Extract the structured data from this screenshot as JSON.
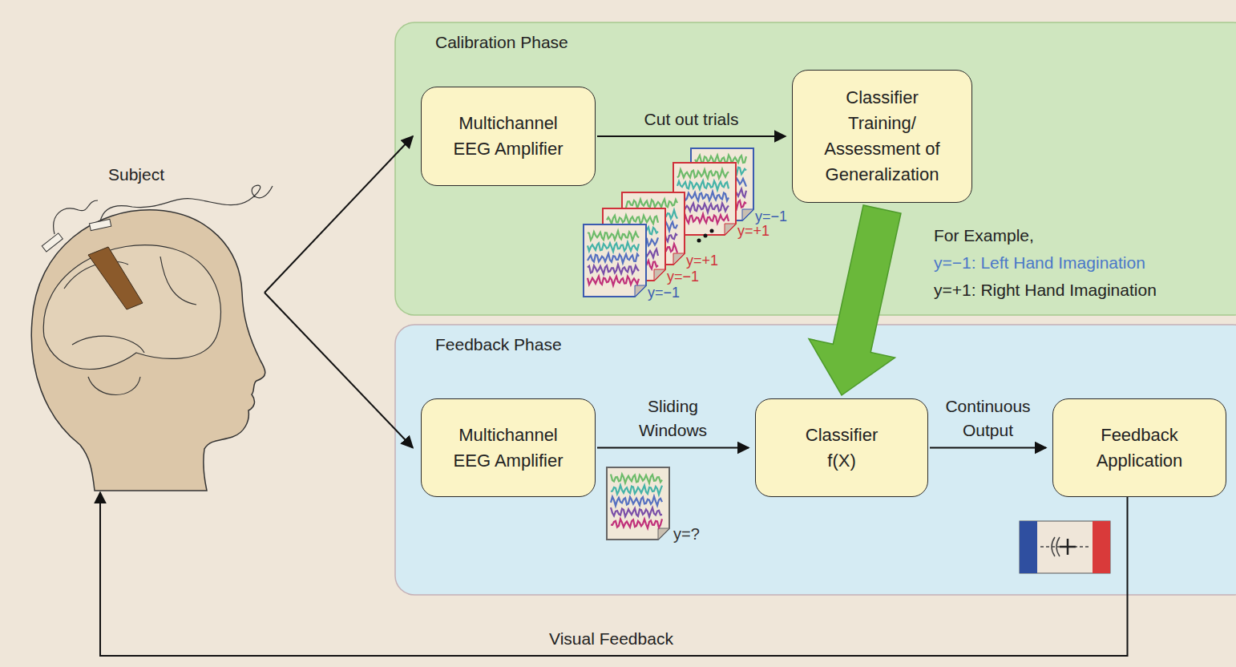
{
  "diagram": {
    "nodes": [
      {
        "text": [
          "Subject"
        ]
      },
      {
        "text": [
          "Calibration Phase"
        ]
      },
      {
        "text": [
          "Multichannel EEG Amplifier"
        ],
        "in": 1
      },
      {
        "text": [
          "Classifier Training/ Assessment of Generalization"
        ],
        "in": 1
      },
      {
        "text": [
          "Feedback Phase"
        ]
      },
      {
        "text": [
          "Multichannel EEG Amplifier"
        ],
        "in": 4
      },
      {
        "text": [
          "Classifier f(X)"
        ],
        "in": 4
      },
      {
        "text": [
          "Feedback Application"
        ],
        "in": 4
      }
    ],
    "edges": [
      {
        "from": 0,
        "to": 2,
        "arrow": "to"
      },
      {
        "from": 0,
        "to": 5,
        "arrow": "to"
      },
      {
        "from": 2,
        "to": 3,
        "label": "Cut out trials",
        "arrow": "to"
      },
      {
        "from": 3,
        "to": 6,
        "arrow": "to"
      },
      {
        "from": 5,
        "to": 6,
        "label": "Sliding Windows",
        "arrow": "to"
      },
      {
        "from": 6,
        "to": 7,
        "label": "Continuous Output",
        "arrow": "to"
      },
      {
        "from": 7,
        "to": 0,
        "label": "Visual Feedback",
        "arrow": "to"
      }
    ],
    "labels": [
      "y=−1",
      "y=+1",
      "y=+1",
      "y=−1",
      "y=−1",
      "y=?",
      "For Example,",
      "y=−1: Left Hand Imagination",
      "y=+1: Right Hand Imagination"
    ]
  }
}
